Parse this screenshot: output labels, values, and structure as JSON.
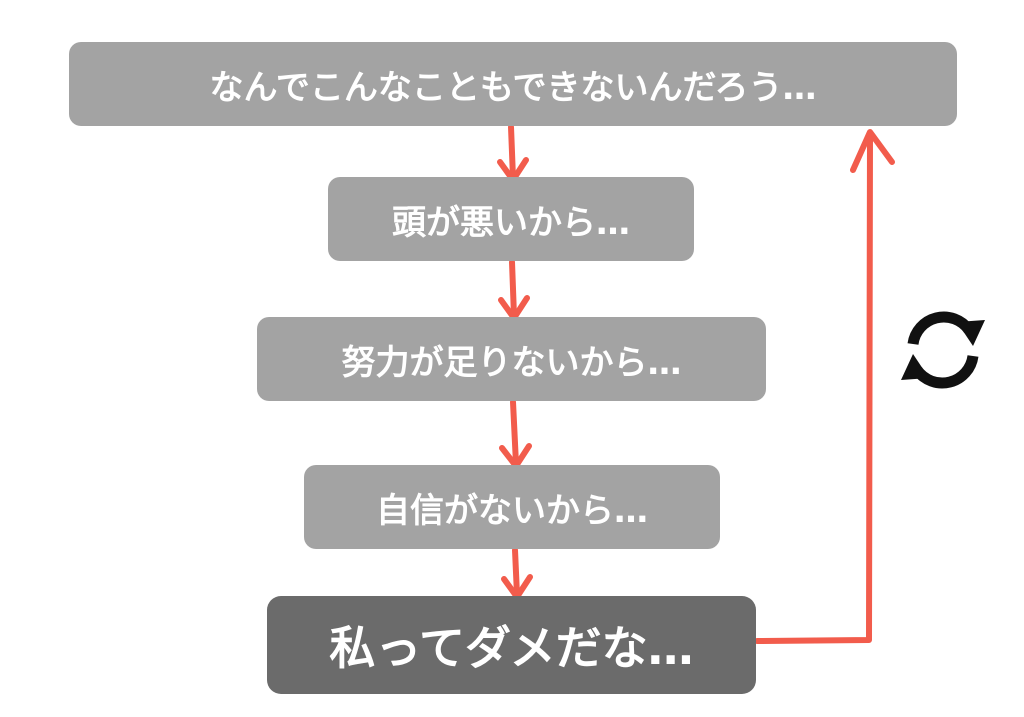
{
  "flow": {
    "steps": [
      {
        "label": "なんでこんなこともできないんだろう…"
      },
      {
        "label": "頭が悪いから…"
      },
      {
        "label": "努力が足りないから…"
      },
      {
        "label": "自信がないから…"
      },
      {
        "label": "私ってダメだな…"
      }
    ]
  },
  "colors": {
    "box": "#a3a3a3",
    "box_final": "#6b6b6b",
    "text": "#ffffff",
    "arrow": "#f25c4c",
    "cycle_icon": "#111111"
  },
  "icons": {
    "cycle": "cycle-arrows-icon"
  }
}
